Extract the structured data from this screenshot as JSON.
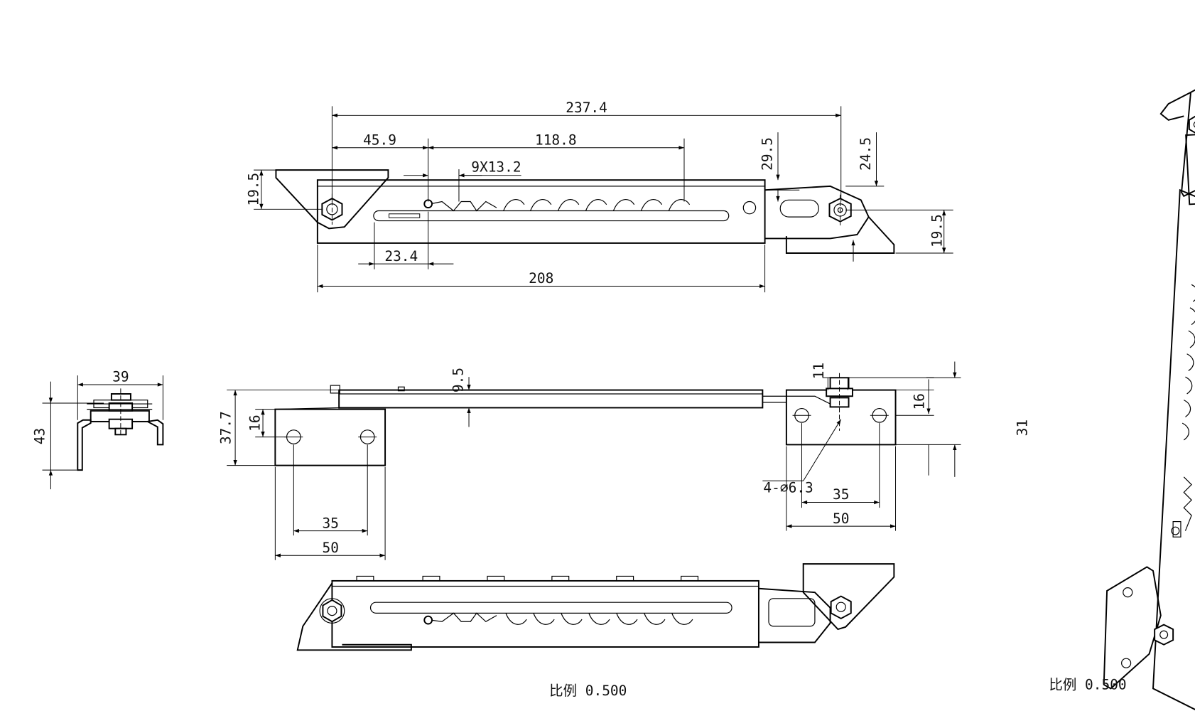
{
  "dimensions": {
    "top_overall": "237.4",
    "top_left_offset": "45.9",
    "top_tooth_span": "118.8",
    "top_slot": "9X13.2",
    "top_left_bracket_h": "19.5",
    "top_right_h1": "29.5",
    "top_right_h2": "24.5",
    "top_right_foot": "19.5",
    "top_slot_offset": "23.4",
    "top_body_length": "208",
    "side_width": "39",
    "side_height": "43",
    "front_top": "9.5",
    "front_height": "37.7",
    "front_left_inner": "16",
    "front_left_holes": "35",
    "front_left_width": "50",
    "front_right_top": "11",
    "front_right_inner": "16",
    "front_right_total": "31",
    "front_holes_callout": "4-∅6.3",
    "front_right_holes": "35",
    "front_right_width": "50"
  },
  "scale_labels": {
    "main": "比例 0.500",
    "iso": "比例 0.500"
  }
}
